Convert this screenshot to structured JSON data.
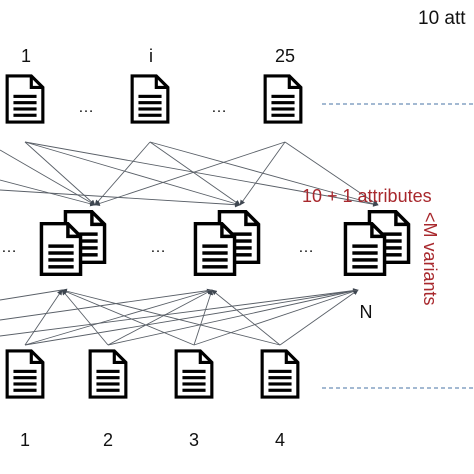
{
  "header": {
    "attr_count": "10 att"
  },
  "top_row": {
    "labels": [
      "1",
      "i",
      "25"
    ],
    "ellipsis": "…"
  },
  "middle_row": {
    "ellipsis": "…",
    "last_label": "N",
    "attributes_label": "10 + 1 attributes",
    "variants_label": "<M variants"
  },
  "bottom_row": {
    "labels": [
      "1",
      "2",
      "3",
      "4"
    ]
  },
  "colors": {
    "accent_red": "#a8282d",
    "dashed_line": "#6c8fb7",
    "edges": "#5a6068"
  }
}
